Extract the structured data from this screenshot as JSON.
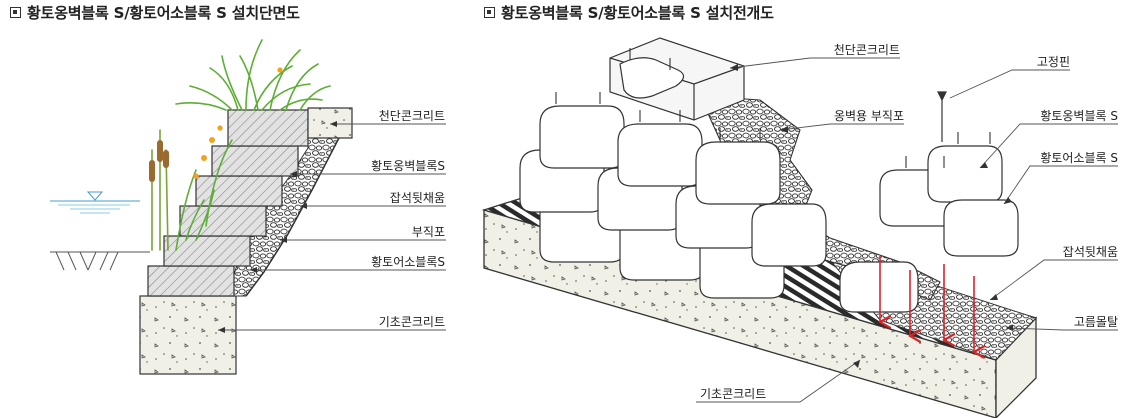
{
  "left_diagram": {
    "title": "황토옹벽블록 S/황토어소블록 S 설치단면도",
    "labels": {
      "top_concrete": "천단콘크리트",
      "retaining_block": "황토옹벽블록S",
      "rubble_fill": "잡석뒷채움",
      "nonwoven": "부직포",
      "reed_block": "황토어소블록S",
      "foundation": "기초콘크리트"
    }
  },
  "right_diagram": {
    "title": "황토옹벽블록 S/황토어소블록 S 설치전개도",
    "labels": {
      "top_concrete": "천단콘크리트",
      "fixing_pin": "고정핀",
      "wall_fabric": "옹벽용 부직포",
      "retaining_block": "황토옹벽블록 S",
      "reed_block": "황토어소블록 S",
      "rubble_fill": "잡석뒷채움",
      "leveling_mortar": "고름몰탈",
      "foundation": "기초콘크리트"
    }
  },
  "colors": {
    "line": "#333333",
    "leader": "#555555",
    "arrow_red": "#d9252a",
    "block_fill": "#d6d6d6",
    "concrete_fill": "#f1f0e6",
    "grass": "#6cbf3e",
    "water": "#7ec3e6"
  }
}
